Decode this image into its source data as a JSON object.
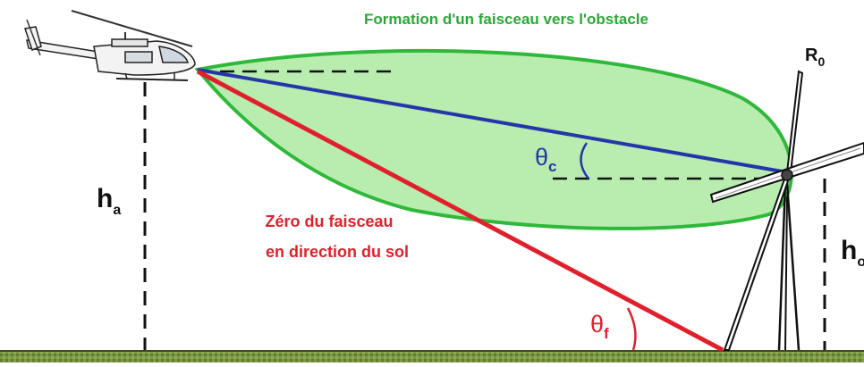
{
  "title": "Formation d'un faisceau vers l'obstacle",
  "zero_label_line1": "Zéro du faisceau",
  "zero_label_line2": "en direction du sol",
  "labels": {
    "r0_main": "R",
    "r0_sub": "0",
    "ha_main": "h",
    "ha_sub": "a",
    "ho_main": "h",
    "ho_sub": "o",
    "theta_c_main": "θ",
    "theta_c_sub": "c",
    "theta_f_main": "θ",
    "theta_f_sub": "f"
  },
  "colors": {
    "beam_fill": "#b9edb0",
    "beam_outline": "#2fb83a",
    "center_ray": "#2436a8",
    "zero_ray": "#e0202c",
    "title_text": "#2aa836",
    "zero_text": "#e0202c",
    "ground": "#6c8a3a"
  },
  "icons": [
    "helicopter-icon",
    "wind-turbine-icon"
  ]
}
